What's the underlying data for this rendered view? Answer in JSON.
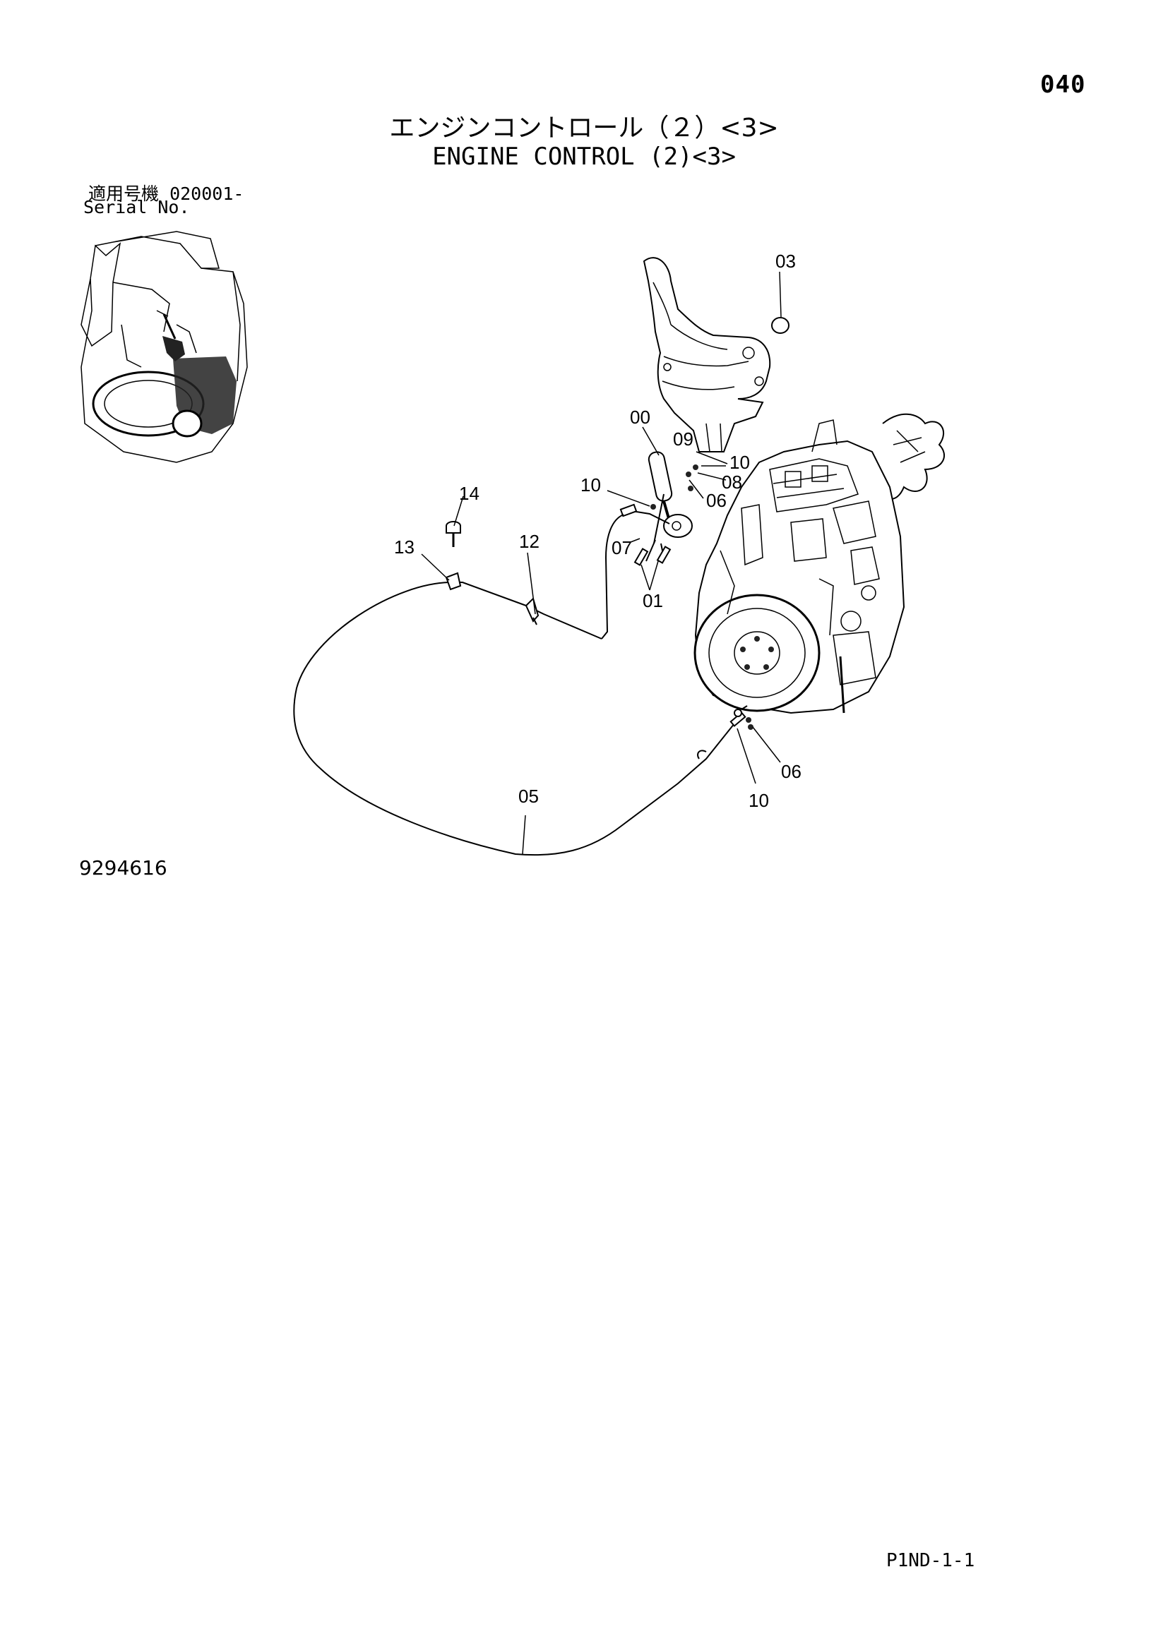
{
  "header": {
    "page_number": "040",
    "title_jp": "エンジンコントロール（２）<3>",
    "title_en": "ENGINE CONTROL (2)<3>"
  },
  "serial": {
    "label_jp": "適用号機",
    "value": "020001-",
    "label_en": "Serial No."
  },
  "callouts": [
    "03",
    "00",
    "09",
    "10",
    "08",
    "06",
    "14",
    "10",
    "13",
    "12",
    "07",
    "01",
    "06",
    "10",
    "05"
  ],
  "footer": {
    "drawing_number": "9294616",
    "page_code": "P1ND-1-1"
  }
}
